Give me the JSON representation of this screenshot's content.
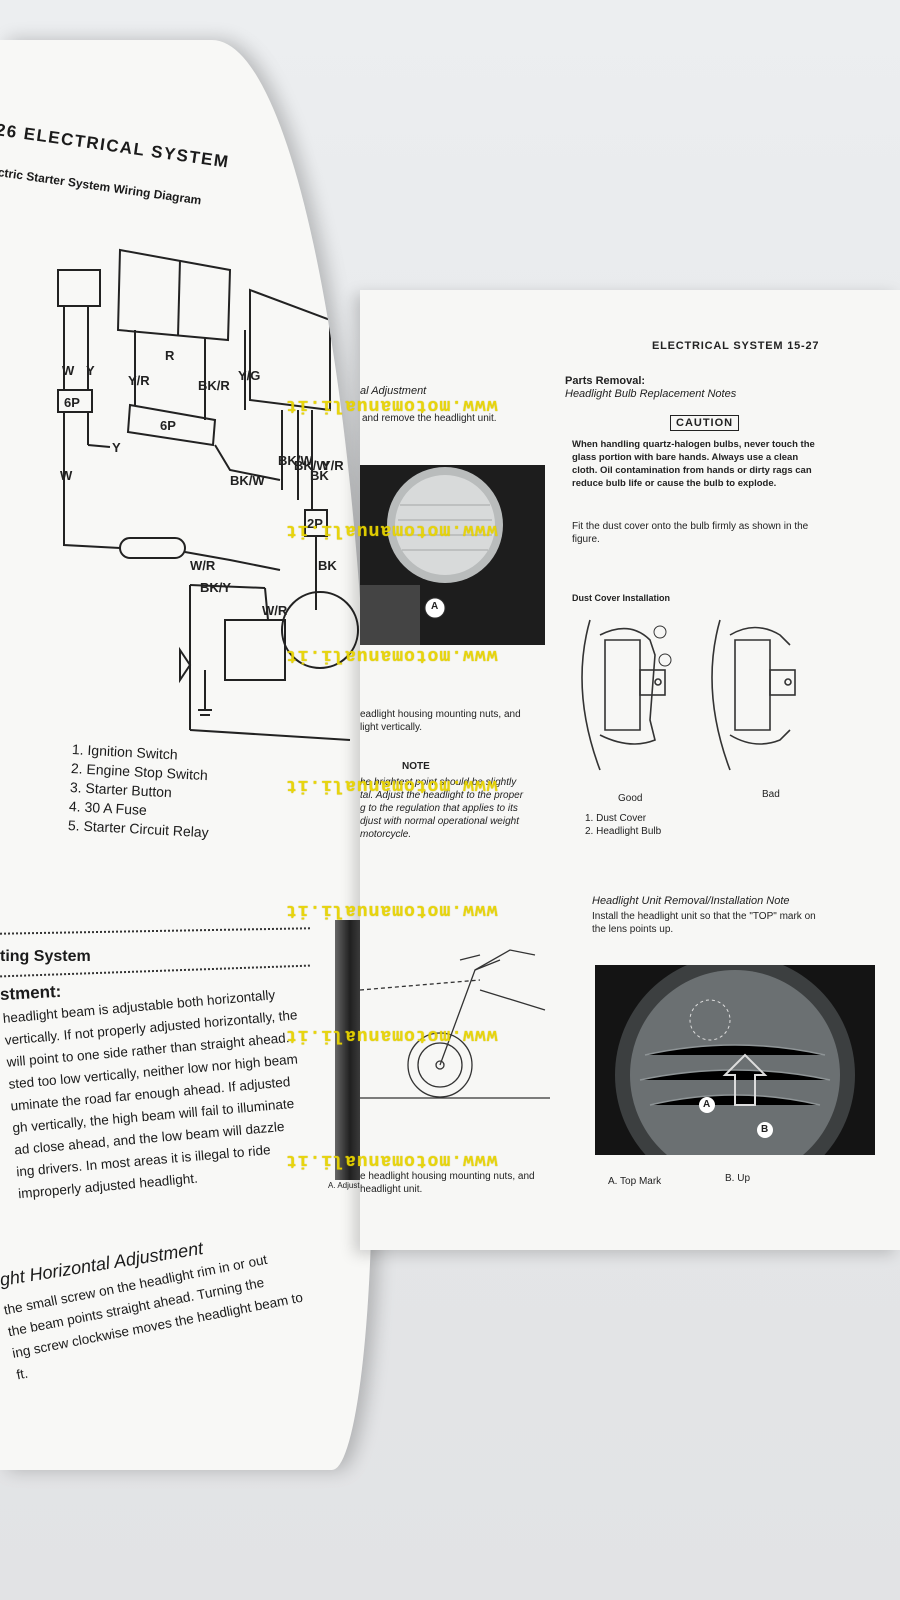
{
  "left_page": {
    "header": "26 ELECTRICAL SYSTEM",
    "diagram_title": "ctric Starter System Wiring Diagram",
    "wire_labels": [
      "W",
      "Y",
      "Y/R",
      "R",
      "BK/R",
      "Y/G",
      "6P",
      "6P",
      "Y",
      "BK/W",
      "BK/W",
      "BK/W",
      "BK",
      "Y/R",
      "2P",
      "W/R",
      "BK/Y",
      "W/R",
      "BK",
      "W"
    ],
    "legend": [
      "1. Ignition Switch",
      "2. Engine Stop Switch",
      "3. Starter Button",
      "4. 30 A Fuse",
      "5. Starter Circuit Relay"
    ],
    "section_title": "ting System",
    "adjustment_heading": "stment:",
    "body_lines": [
      "headlight beam is adjustable both horizontally",
      "vertically. If not properly adjusted horizontally, the",
      "will point to one side rather than straight ahead.",
      "sted too low vertically, neither low nor high beam",
      "uminate the road far enough ahead. If adjusted",
      "gh vertically, the high beam will fail to illuminate",
      "ad close ahead, and the low beam will dazzle",
      "ing drivers. In most areas it is illegal to ride",
      "improperly adjusted headlight."
    ],
    "horizontal_heading": "ght Horizontal Adjustment",
    "horizontal_lines": [
      "the small screw on the headlight rim in or out",
      "the beam points straight ahead. Turning the",
      "ing screw clockwise moves the headlight beam to",
      "ft."
    ],
    "side_caption": "A. Adjusting"
  },
  "right_page": {
    "header": "ELECTRICAL SYSTEM 15-27",
    "col1": {
      "heading": "al Adjustment",
      "line1": "and remove the headlight unit.",
      "photo_label": "A",
      "para1": [
        "eadlight housing mounting nuts, and",
        "light vertically."
      ],
      "note_title": "NOTE",
      "note_lines": [
        "he brightest point should be slightly",
        "tal. Adjust the headlight to the proper",
        "g to the regulation that applies to its",
        "djust with normal operational weight",
        "motorcycle."
      ],
      "para2": [
        "e headlight housing mounting nuts, and",
        "headlight unit."
      ]
    },
    "col2": {
      "parts_heading": "Parts Removal:",
      "sub_heading": "Headlight Bulb Replacement Notes",
      "caution": "CAUTION",
      "caution_lines": [
        "When handling quartz-halogen bulbs, never touch the",
        "glass portion with bare hands. Always use a clean",
        "cloth. Oil contamination from hands or dirty rags can",
        "reduce bulb life or cause the bulb to explode."
      ],
      "fit_lines": [
        "Fit the dust cover onto the bulb firmly as shown in the",
        "figure."
      ],
      "dust_title": "Dust Cover Installation",
      "good": "Good",
      "bad": "Bad",
      "legend": [
        "1. Dust Cover",
        "2. Headlight Bulb"
      ],
      "unit_heading": "Headlight Unit Removal/Installation Note",
      "unit_lines": [
        "Install the headlight unit so that the \"TOP\" mark on",
        "the lens points up."
      ],
      "photo_a": "A",
      "photo_b": "B",
      "cap_a": "A. Top Mark",
      "cap_b": "B. Up"
    }
  },
  "watermark": "www.motomanuali.it"
}
